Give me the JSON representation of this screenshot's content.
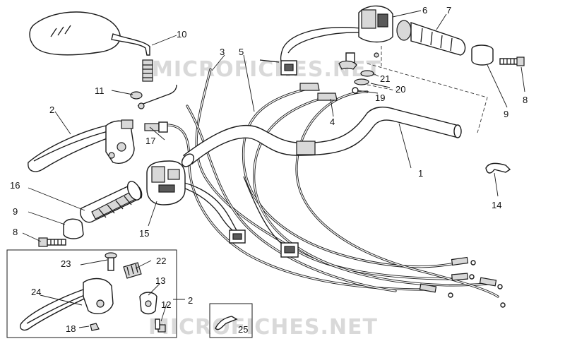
{
  "watermark": "MICROFICHES.NET",
  "callouts": [
    {
      "id": "1",
      "label": "1"
    },
    {
      "id": "2a",
      "label": "2"
    },
    {
      "id": "2b",
      "label": "2"
    },
    {
      "id": "3",
      "label": "3"
    },
    {
      "id": "4",
      "label": "4"
    },
    {
      "id": "5",
      "label": "5"
    },
    {
      "id": "6",
      "label": "6"
    },
    {
      "id": "7",
      "label": "7"
    },
    {
      "id": "8a",
      "label": "8"
    },
    {
      "id": "8b",
      "label": "8"
    },
    {
      "id": "9a",
      "label": "9"
    },
    {
      "id": "9b",
      "label": "9"
    },
    {
      "id": "10",
      "label": "10"
    },
    {
      "id": "11",
      "label": "11"
    },
    {
      "id": "12",
      "label": "12"
    },
    {
      "id": "13",
      "label": "13"
    },
    {
      "id": "14",
      "label": "14"
    },
    {
      "id": "15",
      "label": "15"
    },
    {
      "id": "16",
      "label": "16"
    },
    {
      "id": "17",
      "label": "17"
    },
    {
      "id": "18",
      "label": "18"
    },
    {
      "id": "19",
      "label": "19"
    },
    {
      "id": "20",
      "label": "20"
    },
    {
      "id": "21",
      "label": "21"
    },
    {
      "id": "22",
      "label": "22"
    },
    {
      "id": "23",
      "label": "23"
    },
    {
      "id": "24",
      "label": "24"
    },
    {
      "id": "25",
      "label": "25"
    }
  ]
}
